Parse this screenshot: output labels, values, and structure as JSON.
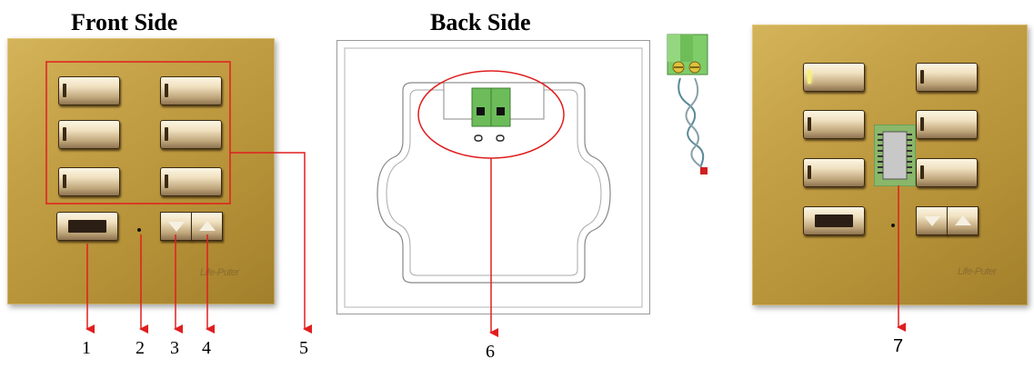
{
  "headings": {
    "front": "Front Side",
    "back": "Back Side"
  },
  "brand": {
    "front": "Life-Puter",
    "right": "Life-Puter"
  },
  "callouts": [
    "1",
    "2",
    "3",
    "4",
    "5",
    "6",
    "7"
  ],
  "colors": {
    "panel_gold": "#c29e44",
    "callout_red": "#e01e1e",
    "connector_green": "#5cb85c"
  }
}
